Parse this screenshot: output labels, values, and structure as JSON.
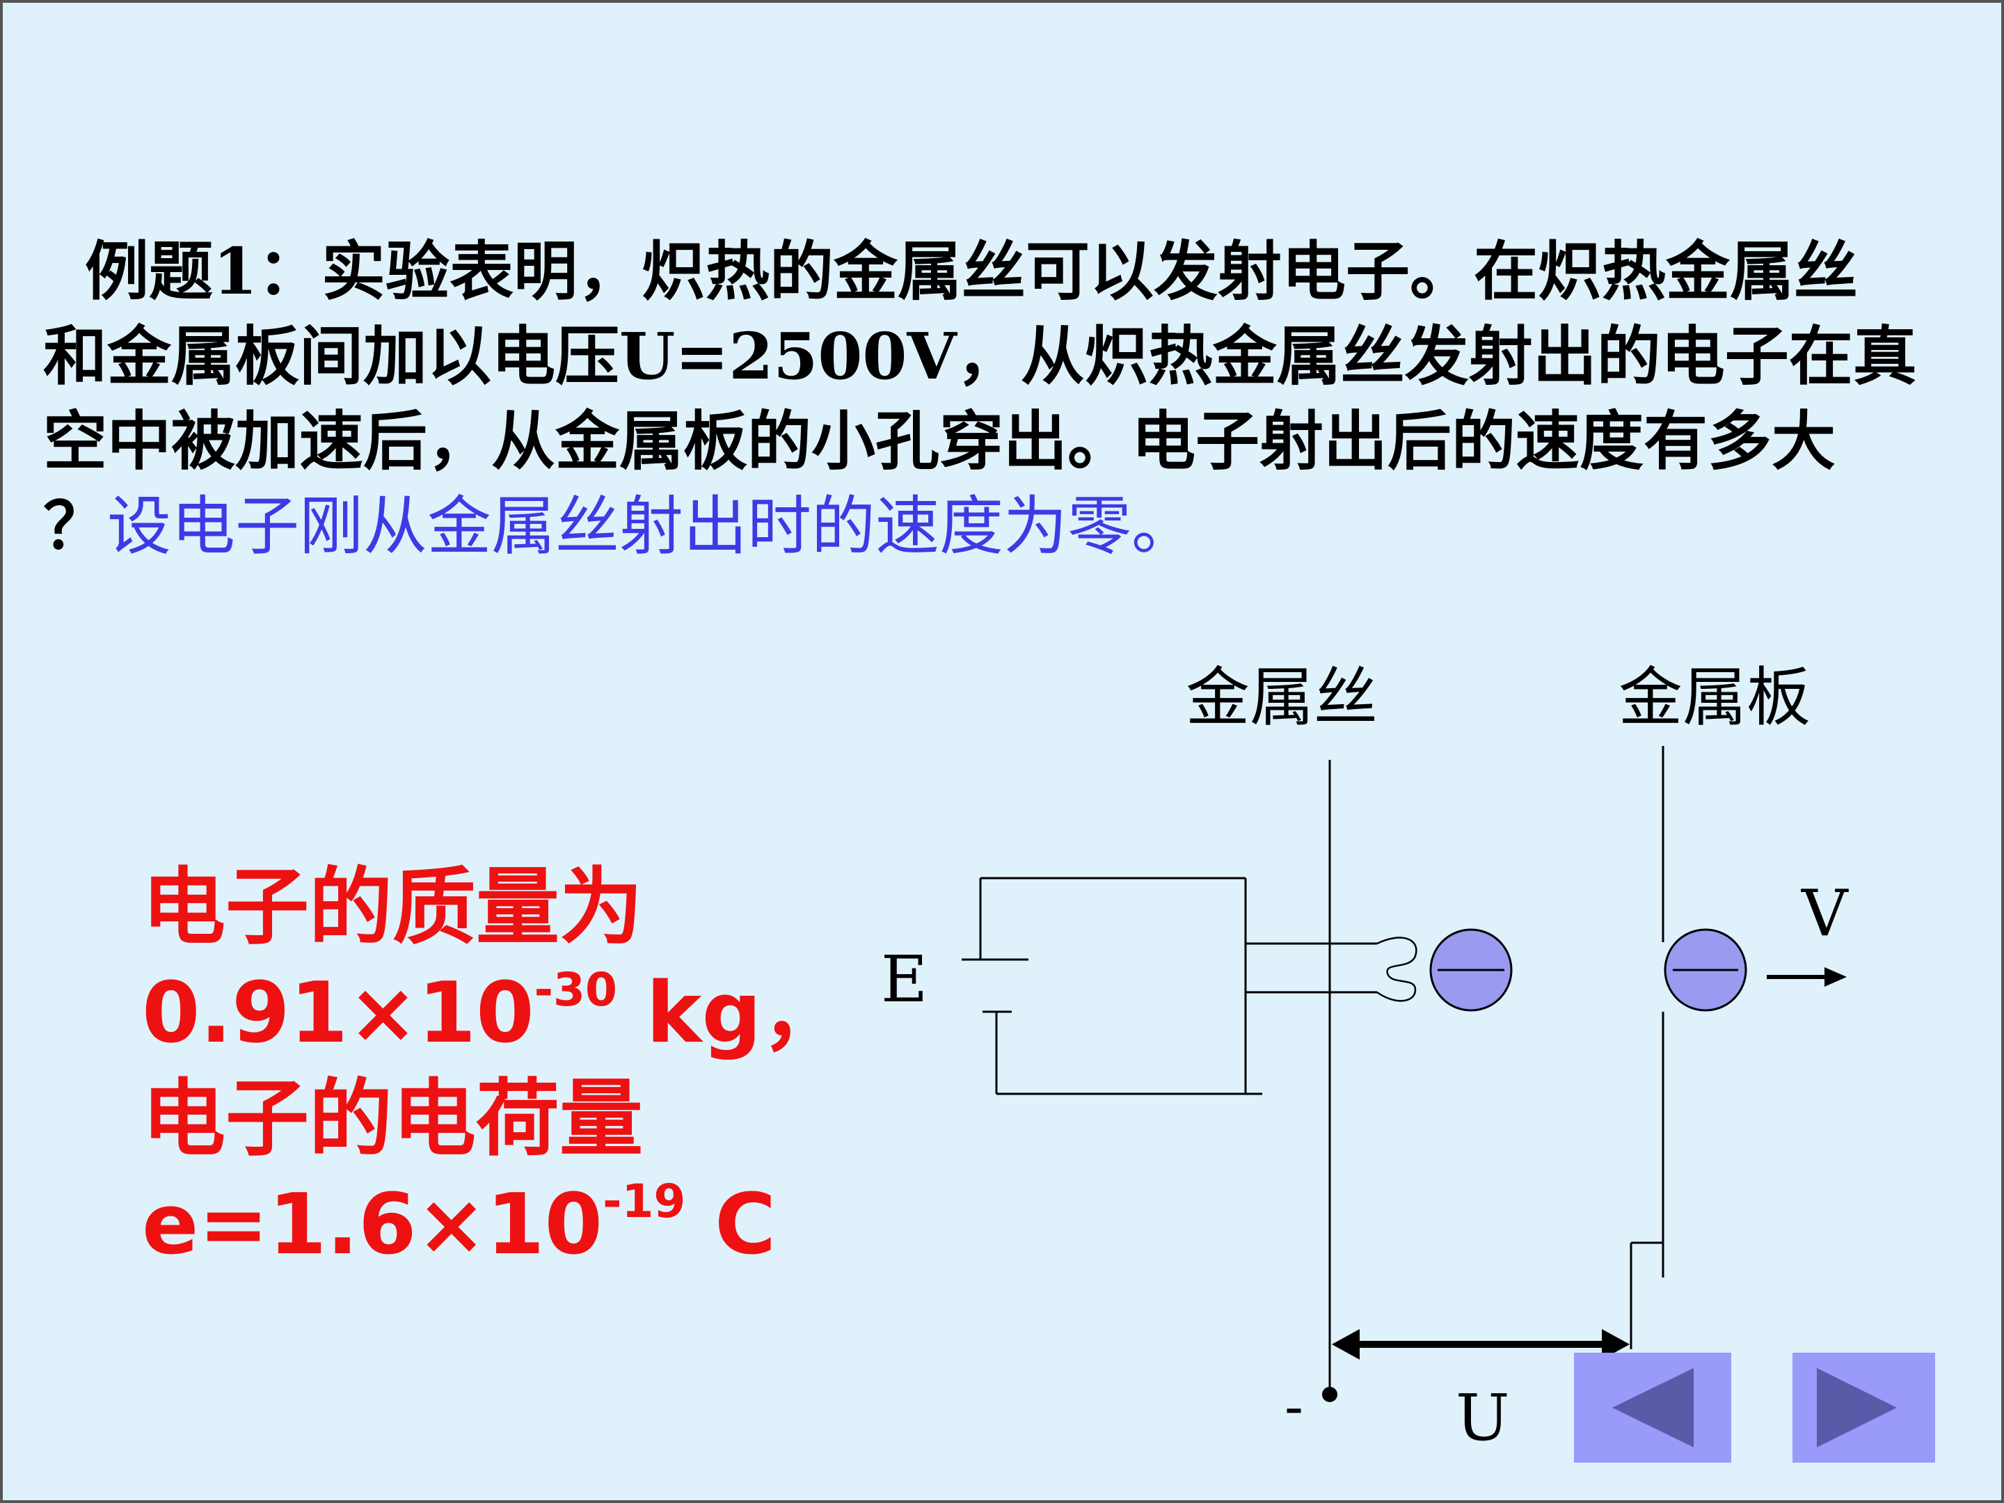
{
  "problem": {
    "line1": "例题1：实验表明，炽热的金属丝可以发射电子。在炽热金属丝",
    "line2": "和金属板间加以电压U=2500V，从炽热金属丝发射出的电子在真",
    "line3": "空中被加速后，从金属板的小孔穿出。电子射出后的速度有多大",
    "line4_prefix": "？",
    "line4_blue": "设电子刚从金属丝射出时的速度为零。"
  },
  "given": {
    "mass_label": "电子的质量为",
    "mass_base": "0.91×10",
    "mass_exp": "-30",
    "mass_unit": " kg，",
    "charge_label": "电子的电荷量",
    "charge_base": "e=1.6×10",
    "charge_exp": "-19",
    "charge_unit": " C"
  },
  "diagram": {
    "wire_label": "金属丝",
    "plate_label": "金属板",
    "battery_label": "E",
    "velocity_label": "V",
    "voltage_label": "U",
    "minus_label": "-"
  },
  "colors": {
    "background": "#dff1fa",
    "given_text": "#ee1111",
    "hint_text": "#3b3be6",
    "electron_fill": "#9a9af0",
    "nav_button": "#9a9afa",
    "nav_arrow": "#5a5aa8"
  },
  "nav": {
    "prev_icon": "triangle-left-icon",
    "next_icon": "triangle-right-icon"
  }
}
